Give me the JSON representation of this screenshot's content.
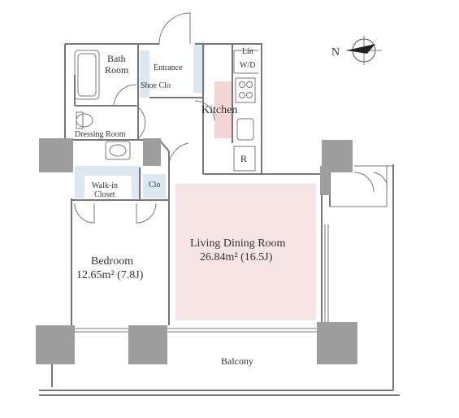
{
  "colors": {
    "wall": "#9e9e9e",
    "line": "#777777",
    "living_fill": "#f7e4e4",
    "kitchen_fill": "#f3d6d6",
    "storage_fill": "#dbe8f3",
    "text": "#333333"
  },
  "compass": {
    "north_label": "N",
    "icon": "compass-rose-icon"
  },
  "rooms": {
    "bath": {
      "line1": "Bath",
      "line2": "Room"
    },
    "entrance": "Entrance",
    "shoe_closet": "Shoe Clo",
    "linen": "Lin",
    "washer_dryer": "W/D",
    "kitchen": "Kitchen",
    "dressing": "Dressing Room",
    "refrigerator": "R",
    "walk_in": {
      "line1": "Walk-in",
      "line2": "Closet"
    },
    "closet": "Clo",
    "living": {
      "name": "Living Dining Room",
      "area": "26.84m² (16.5J)"
    },
    "bedroom": {
      "name": "Bedroom",
      "area": "12.65m² (7.8J)"
    },
    "balcony": "Balcony"
  }
}
